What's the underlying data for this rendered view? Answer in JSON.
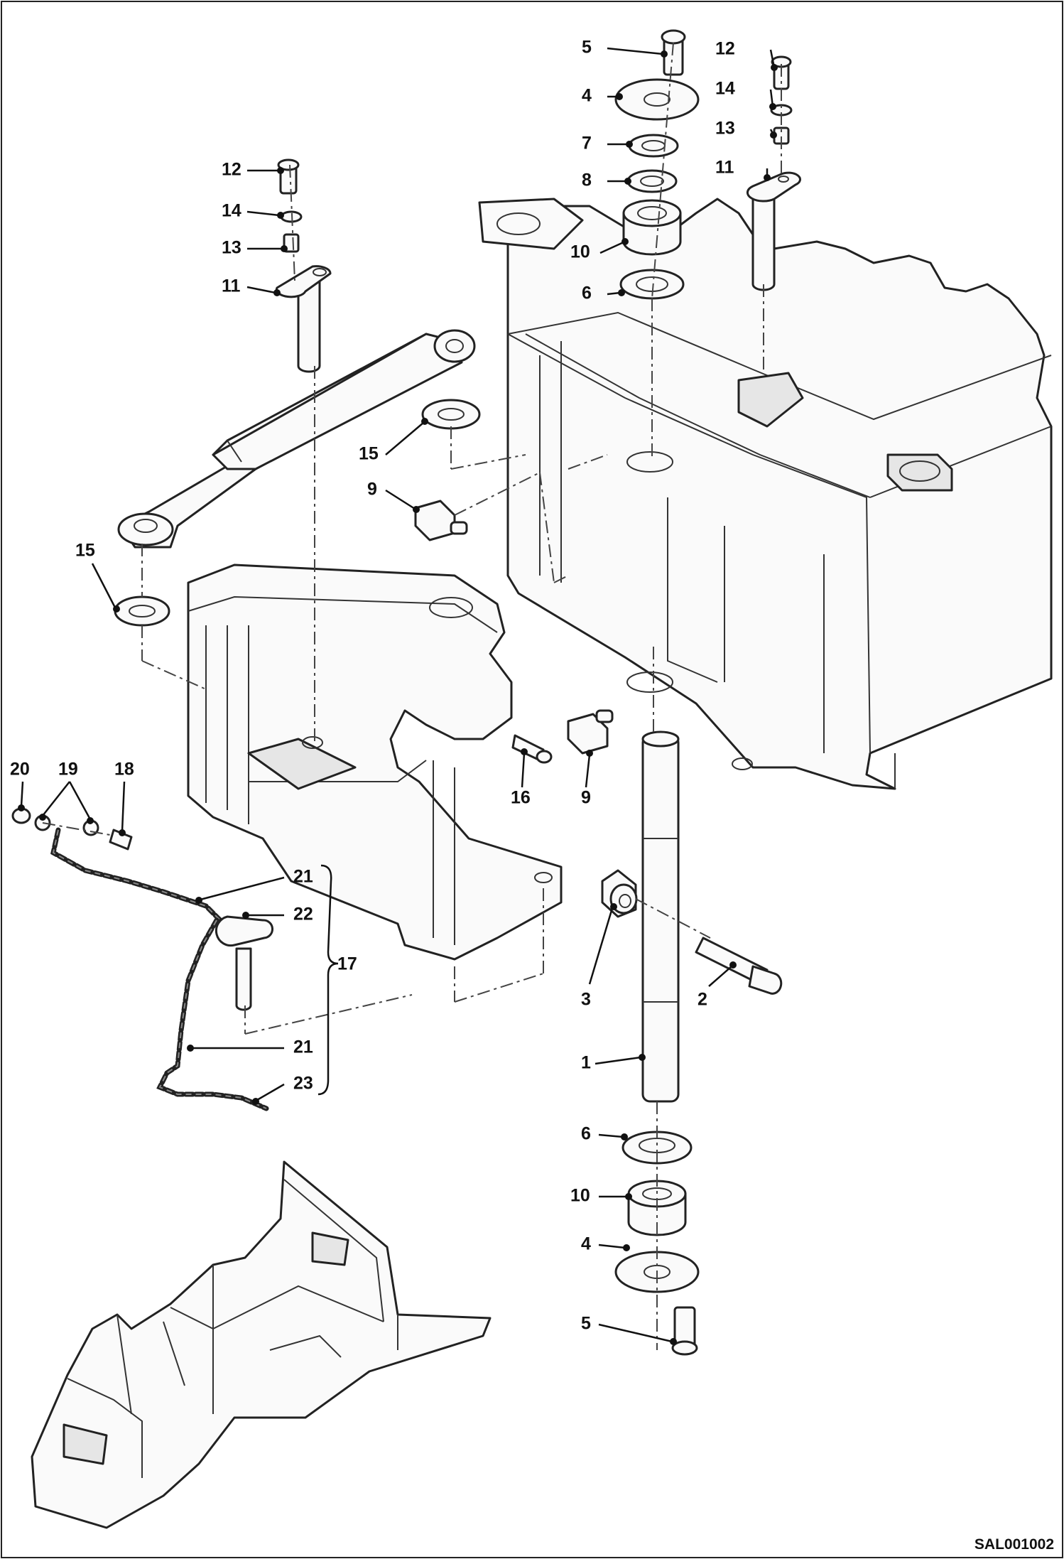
{
  "drawing_code": "SAL001002",
  "callouts": [
    {
      "id": "c-5-top",
      "text": "5"
    },
    {
      "id": "c-4-top",
      "text": "4"
    },
    {
      "id": "c-7",
      "text": "7"
    },
    {
      "id": "c-8",
      "text": "8"
    },
    {
      "id": "c-10-top",
      "text": "10"
    },
    {
      "id": "c-6-top",
      "text": "6"
    },
    {
      "id": "c-12-right",
      "text": "12"
    },
    {
      "id": "c-14-right",
      "text": "14"
    },
    {
      "id": "c-13-right",
      "text": "13"
    },
    {
      "id": "c-11-right",
      "text": "11"
    },
    {
      "id": "c-12-left",
      "text": "12"
    },
    {
      "id": "c-14-left",
      "text": "14"
    },
    {
      "id": "c-13-left",
      "text": "13"
    },
    {
      "id": "c-11-left",
      "text": "11"
    },
    {
      "id": "c-15-upper",
      "text": "15"
    },
    {
      "id": "c-9-upper",
      "text": "9"
    },
    {
      "id": "c-15-lower",
      "text": "15"
    },
    {
      "id": "c-20",
      "text": "20"
    },
    {
      "id": "c-19",
      "text": "19"
    },
    {
      "id": "c-18",
      "text": "18"
    },
    {
      "id": "c-16",
      "text": "16"
    },
    {
      "id": "c-9-lower",
      "text": "9"
    },
    {
      "id": "c-21-upper",
      "text": "21"
    },
    {
      "id": "c-22",
      "text": "22"
    },
    {
      "id": "c-17",
      "text": "17"
    },
    {
      "id": "c-21-lower",
      "text": "21"
    },
    {
      "id": "c-23",
      "text": "23"
    },
    {
      "id": "c-3",
      "text": "3"
    },
    {
      "id": "c-2",
      "text": "2"
    },
    {
      "id": "c-1",
      "text": "1"
    },
    {
      "id": "c-6-bottom",
      "text": "6"
    },
    {
      "id": "c-10-bottom",
      "text": "10"
    },
    {
      "id": "c-4-bottom",
      "text": "4"
    },
    {
      "id": "c-5-bottom",
      "text": "5"
    }
  ]
}
